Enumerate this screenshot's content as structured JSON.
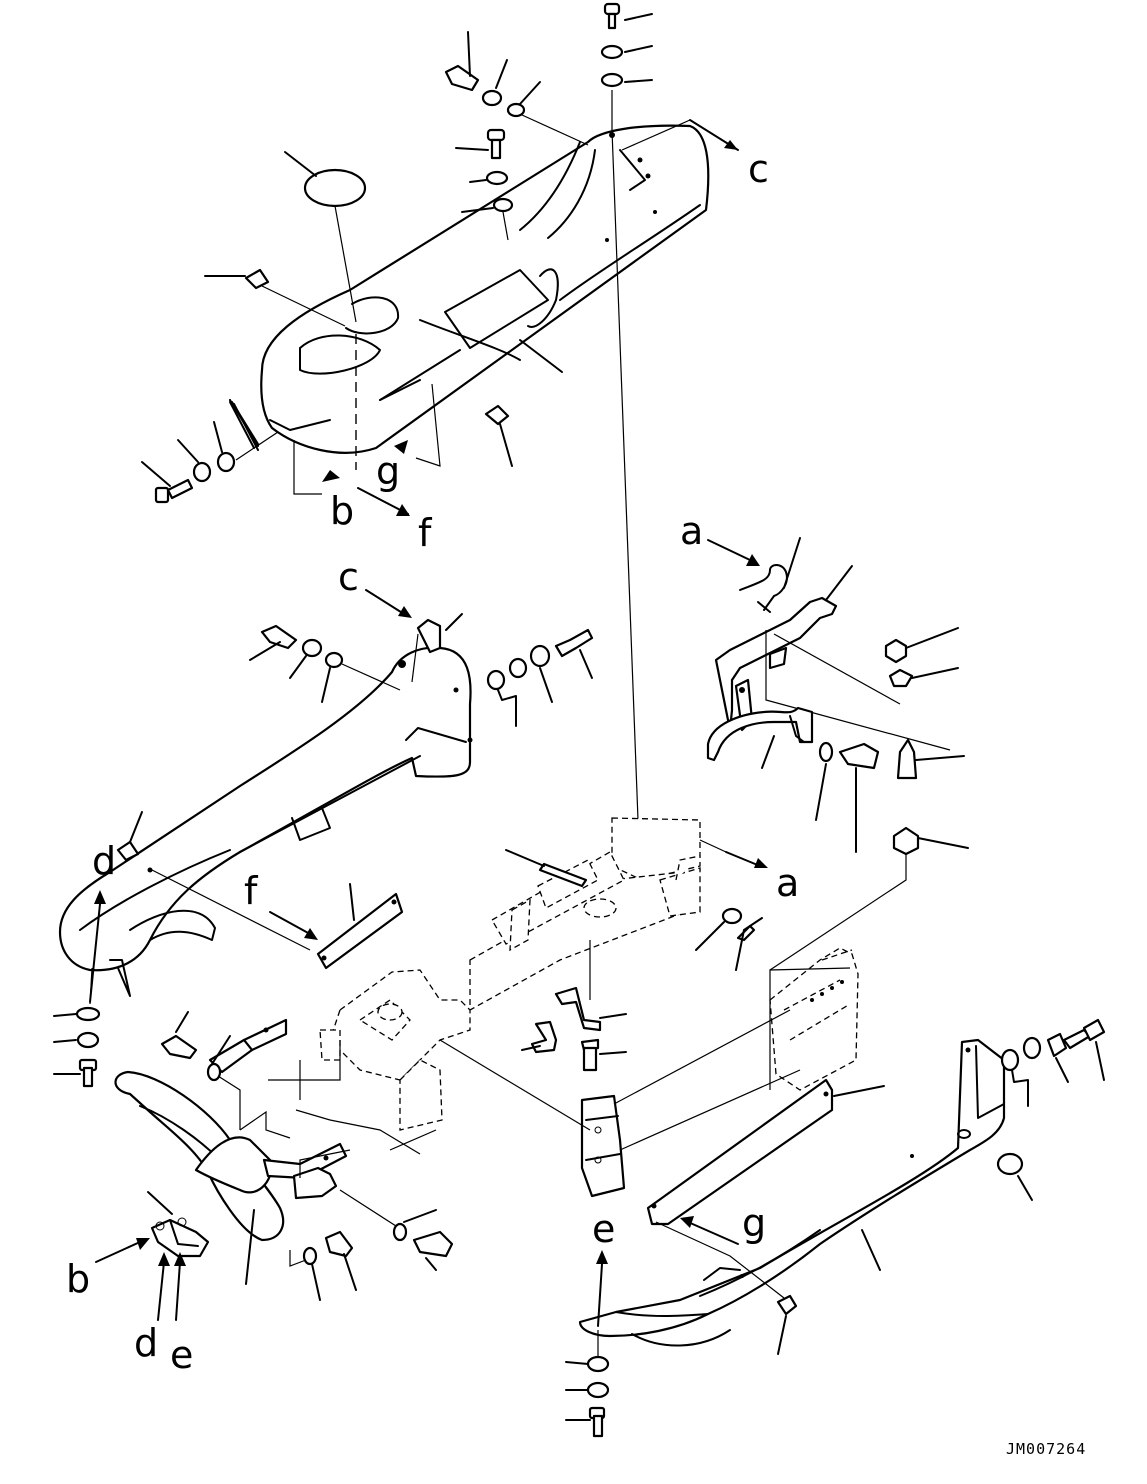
{
  "drawing": {
    "code": "JM007264",
    "labels": {
      "a": "a",
      "b": "b",
      "c": "c",
      "d": "d",
      "e": "e",
      "f": "f",
      "g": "g"
    }
  }
}
